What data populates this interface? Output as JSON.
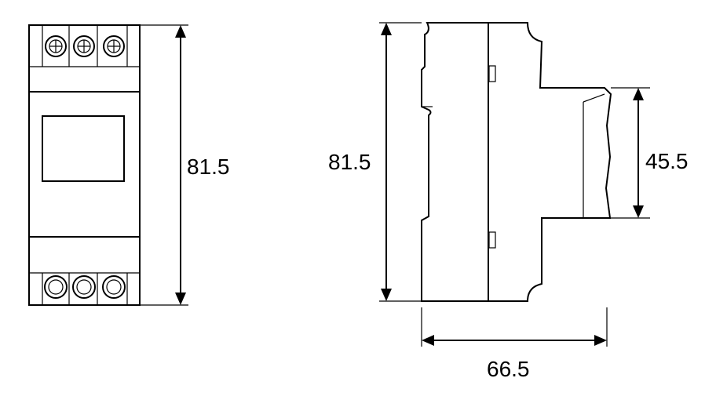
{
  "front_view": {
    "height_label": "81.5"
  },
  "side_view": {
    "height_label": "81.5",
    "depth_label": "45.5",
    "width_label": "66.5"
  },
  "colors": {
    "line": "#000000",
    "background": "#ffffff"
  }
}
